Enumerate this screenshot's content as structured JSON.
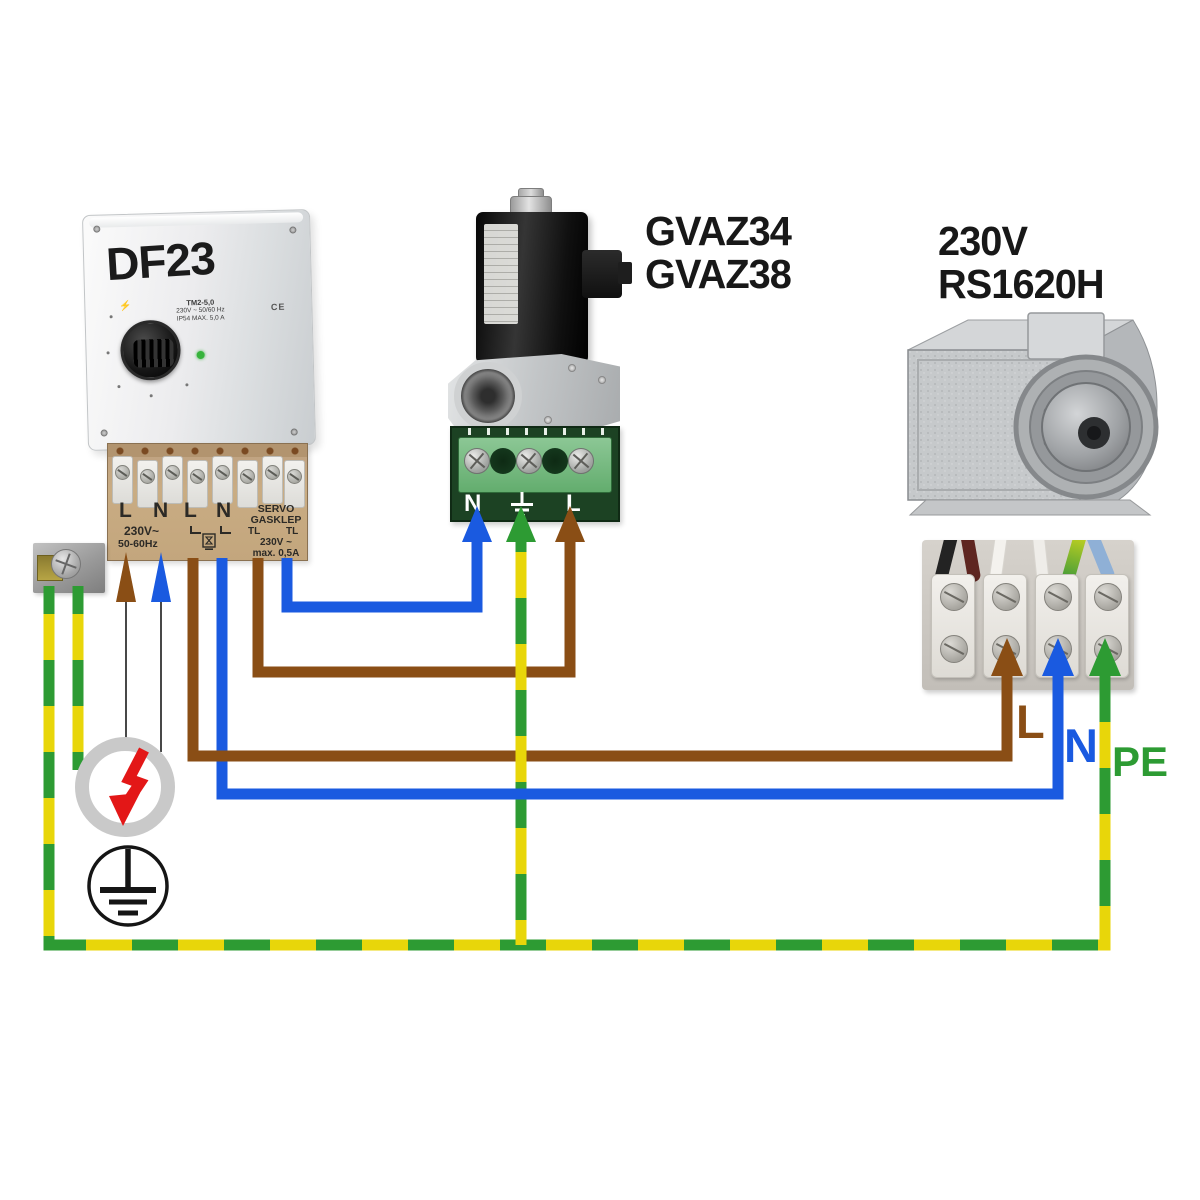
{
  "colors": {
    "brown": "#8a4e15",
    "blue": "#1a5ae0",
    "green": "#2d9b33",
    "yellow": "#e8d60a",
    "red": "#e31717",
    "ring_gray": "#c9c9c9"
  },
  "controller": {
    "model": "DF23",
    "label": {
      "line1": "TM2-5,0",
      "line2": "230V ~ 50/60 Hz",
      "line3": "IP54 MAX. 5,0 A",
      "ce": "CE",
      "bolt": "⚡"
    },
    "terminal_block": {
      "power_labels": [
        "L",
        "N",
        "L",
        "N"
      ],
      "voltage": "230V~",
      "frequency": "50-60Hz",
      "servo_line1": "SERVO",
      "servo_line2": "GASKLEP",
      "tl_left": "TL",
      "tl_right": "TL",
      "servo_voltage": "230V ~",
      "servo_current": "max. 0,5A"
    }
  },
  "valve": {
    "model_top": "GVAZ34",
    "model_bottom": "GVAZ38",
    "terminals": {
      "neutral": "N",
      "line": "L"
    }
  },
  "fan": {
    "voltage": "230V",
    "model": "RS1620H"
  },
  "wire_labels": {
    "line": "L",
    "neutral": "N",
    "earth": "PE"
  }
}
